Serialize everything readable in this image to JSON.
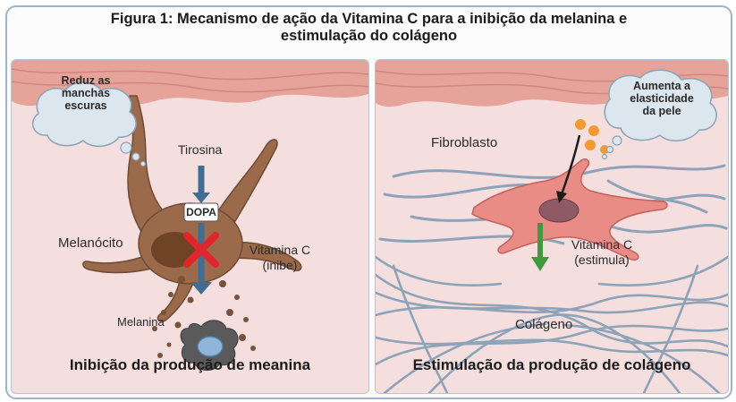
{
  "title": {
    "line1": "Figura 1: Mecanismo de ação da Vitamina C para a inibição da melanina e",
    "line2": "estimulação do colágeno"
  },
  "left_panel": {
    "bubble": [
      "Reduz as",
      "manchas",
      "escuras"
    ],
    "tirosina": "Tirosina",
    "dopa": "DOPA",
    "melanocito": "Melanócito",
    "vitamina_line1": "Vitamina C",
    "vitamina_line2": "(inibe)",
    "melanina": "Melanina",
    "caption": "Inibição da produção de meanina"
  },
  "right_panel": {
    "bubble": [
      "Aumenta a",
      "elasticidade",
      "da pele"
    ],
    "fibroblasto": "Fibroblasto",
    "vitamina_line1": "Vitamina C",
    "vitamina_line2": "(estimula)",
    "colageno": "Colágeno",
    "caption": "Estimulação da produção de colágeno"
  },
  "colors": {
    "skin_bg": "#f4dede",
    "epidermis": "#e6a39a",
    "melanocyte": "#9a6a4a",
    "inhibit_x": "#e0262b",
    "stimulate_arrow": "#3f9a3f",
    "fibroblast": "#e98c86",
    "collagen": "#8da3b8",
    "vitamin_dots": "#f29a2e"
  }
}
